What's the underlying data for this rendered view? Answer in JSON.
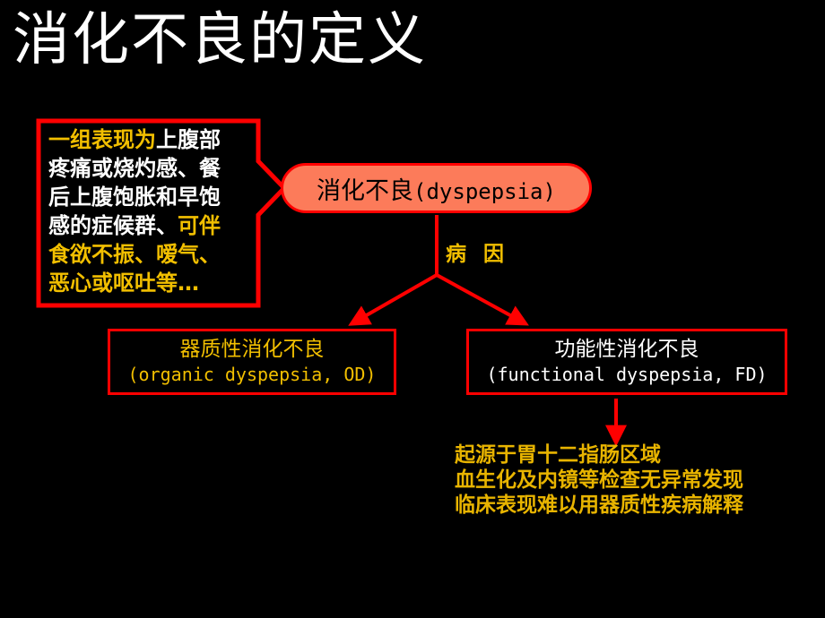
{
  "slide": {
    "background_color": "#000000",
    "title": "消化不良的定义"
  },
  "colors": {
    "title_white": "#ffffff",
    "accent_red": "#ff0000",
    "node_fill_salmon": "#fc7b5a",
    "highlight_yellow": "#f2bf00",
    "note_yellow": "#e8b400",
    "body_white": "#ffffff"
  },
  "callout": {
    "name": "definition-callout",
    "lines": [
      {
        "segments": [
          {
            "text": "一组表现为",
            "color": "yellow"
          },
          {
            "text": "上腹部",
            "color": "white"
          }
        ]
      },
      {
        "segments": [
          {
            "text": "疼痛或烧灼感、餐",
            "color": "white"
          }
        ]
      },
      {
        "segments": [
          {
            "text": "后上腹饱胀和早饱",
            "color": "white"
          }
        ]
      },
      {
        "segments": [
          {
            "text": "感的症候群、",
            "color": "white"
          },
          {
            "text": "可伴",
            "color": "yellow"
          }
        ]
      },
      {
        "segments": [
          {
            "text": "食欲不振、嗳气、",
            "color": "yellow"
          }
        ]
      },
      {
        "segments": [
          {
            "text": "恶心或呕吐等…",
            "color": "yellow"
          }
        ]
      }
    ]
  },
  "main_node": {
    "label_cn": "消化不良",
    "label_en": "(dyspepsia)"
  },
  "connector": {
    "cause_label": "病  因"
  },
  "nodes": {
    "organic": {
      "line_cn": "器质性消化不良",
      "line_en": "(organic dyspepsia, OD)"
    },
    "functional": {
      "line_cn": "功能性消化不良",
      "line_en": "(functional dyspepsia, FD)"
    }
  },
  "fd_notes": {
    "lines": [
      "起源于胃十二指肠区域",
      "血生化及内镜等检查无异常发现",
      "临床表现难以用器质性疾病解释"
    ]
  }
}
